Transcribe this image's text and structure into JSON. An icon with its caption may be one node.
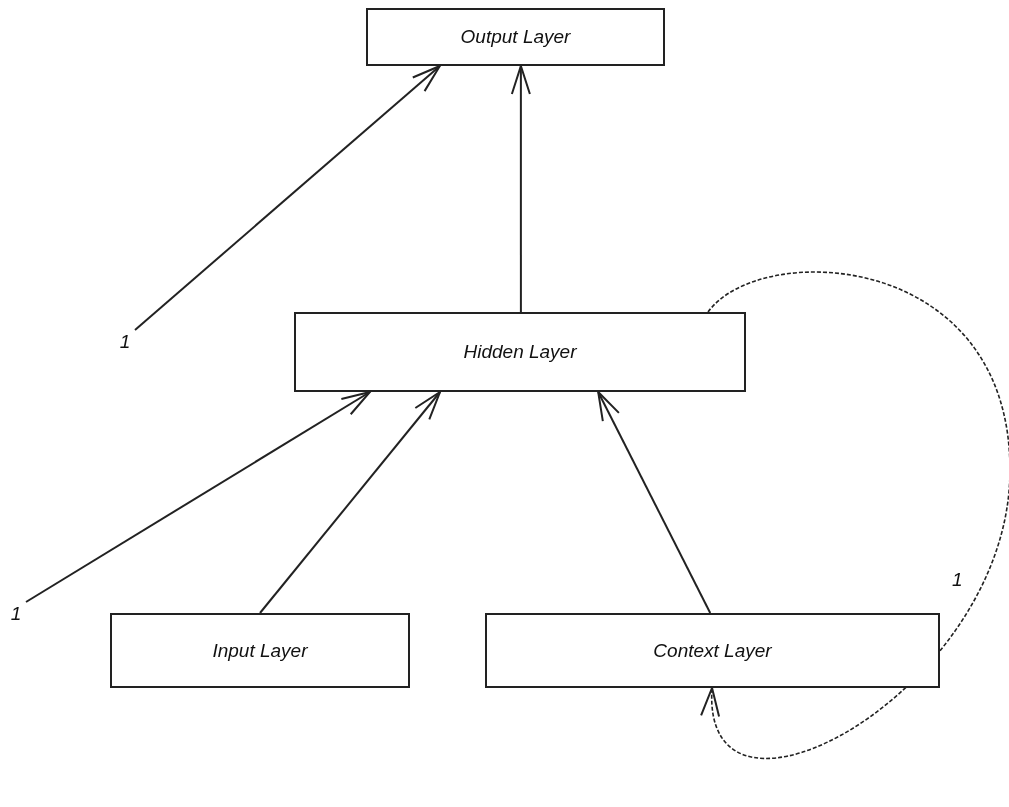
{
  "diagram": {
    "nodes": [
      {
        "text": [
          "Output Layer"
        ]
      },
      {
        "text": [
          "Hidden Layer"
        ]
      },
      {
        "text": [
          "Input Layer"
        ]
      },
      {
        "text": [
          "Context Layer"
        ]
      },
      {
        "text": [
          "1"
        ]
      },
      {
        "text": [
          "1"
        ]
      }
    ],
    "edges": [
      {
        "from": 4,
        "to": 0,
        "arrow": "to"
      },
      {
        "from": 1,
        "to": 0,
        "arrow": "to"
      },
      {
        "from": 5,
        "to": 1,
        "arrow": "to"
      },
      {
        "from": 2,
        "to": 1,
        "arrow": "to"
      },
      {
        "from": 3,
        "to": 1,
        "arrow": "to"
      },
      {
        "from": 1,
        "to": 3,
        "arrow": "to",
        "label": "1",
        "style": "dashed"
      }
    ]
  }
}
